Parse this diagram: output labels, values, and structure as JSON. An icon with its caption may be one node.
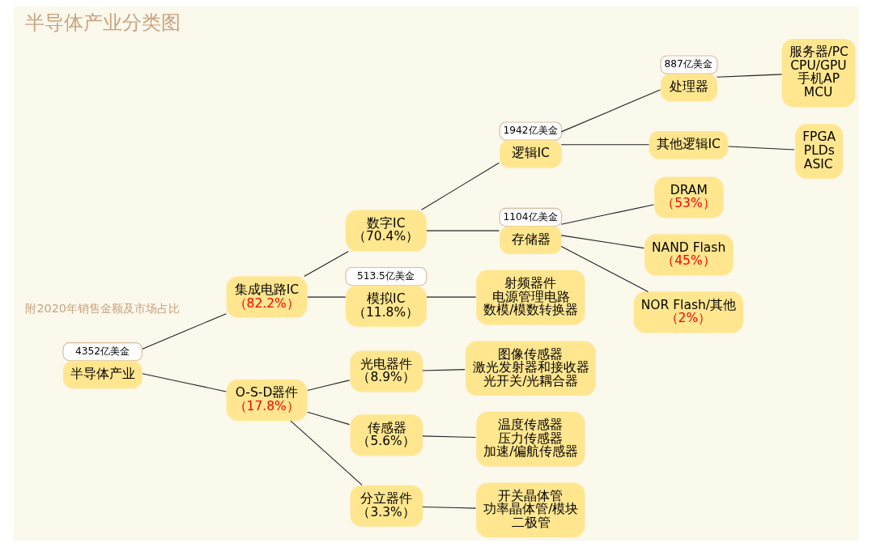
{
  "diagram": {
    "title": "半导体产业分类图",
    "nodes": [
      {
        "text": [
          "半导体产业"
        ],
        "beside": [
          "4352亿美金"
        ]
      },
      {
        "text": [
          "集成电路IC",
          "（82.2%）"
        ]
      },
      {
        "text": [
          "O-S-D器件",
          "（17.8%）"
        ]
      },
      {
        "text": [
          "数字IC",
          "（70.4%）"
        ]
      },
      {
        "text": [
          "模拟IC",
          "（11.8%）"
        ],
        "beside": [
          "513.5亿美金"
        ]
      },
      {
        "text": [
          "逻辑IC"
        ],
        "beside": [
          "1942亿美金"
        ]
      },
      {
        "text": [
          "存储器"
        ],
        "beside": [
          "1104亿美金"
        ]
      },
      {
        "text": [
          "处理器"
        ],
        "beside": [
          "887亿美金"
        ]
      },
      {
        "text": [
          "其他逻辑IC"
        ]
      },
      {
        "text": [
          "服务器/PC",
          "CPU/GPU",
          "手机AP",
          "MCU"
        ]
      },
      {
        "text": [
          "FPGA",
          "PLDs",
          "ASIC"
        ]
      },
      {
        "text": [
          "DRAM",
          "（53%）"
        ]
      },
      {
        "text": [
          "NAND Flash",
          "（45%）"
        ]
      },
      {
        "text": [
          "NOR Flash/其他",
          "（2%）"
        ]
      },
      {
        "text": [
          "射频器件",
          "电源管理电路",
          "数模/模数转换器"
        ]
      },
      {
        "text": [
          "光电器件",
          "（8.9%）"
        ]
      },
      {
        "text": [
          "传感器",
          "（5.6%）"
        ]
      },
      {
        "text": [
          "分立器件",
          "（3.3%）"
        ]
      },
      {
        "text": [
          "图像传感器",
          "激光发射器和接收器",
          "光开关/光耦合器"
        ]
      },
      {
        "text": [
          "温度传感器",
          "压力传感器",
          "加速/偏航传感器"
        ]
      },
      {
        "text": [
          "开关晶体管",
          "功率晶体管/模块",
          "二极管"
        ]
      }
    ],
    "edges": [
      {
        "from": 0,
        "to": 1,
        "arrow": "none"
      },
      {
        "from": 0,
        "to": 2,
        "arrow": "none"
      },
      {
        "from": 1,
        "to": 3,
        "arrow": "none"
      },
      {
        "from": 1,
        "to": 4,
        "arrow": "none"
      },
      {
        "from": 3,
        "to": 5,
        "arrow": "none"
      },
      {
        "from": 3,
        "to": 6,
        "arrow": "none"
      },
      {
        "from": 5,
        "to": 7,
        "arrow": "none"
      },
      {
        "from": 5,
        "to": 8,
        "arrow": "none"
      },
      {
        "from": 7,
        "to": 9,
        "arrow": "none"
      },
      {
        "from": 8,
        "to": 10,
        "arrow": "none"
      },
      {
        "from": 6,
        "to": 11,
        "arrow": "none"
      },
      {
        "from": 6,
        "to": 12,
        "arrow": "none"
      },
      {
        "from": 6,
        "to": 13,
        "arrow": "none"
      },
      {
        "from": 4,
        "to": 14,
        "arrow": "none"
      },
      {
        "from": 2,
        "to": 15,
        "arrow": "none"
      },
      {
        "from": 2,
        "to": 16,
        "arrow": "none"
      },
      {
        "from": 2,
        "to": 17,
        "arrow": "none"
      },
      {
        "from": 15,
        "to": 18,
        "arrow": "none"
      },
      {
        "from": 16,
        "to": 19,
        "arrow": "none"
      },
      {
        "from": 17,
        "to": 20,
        "arrow": "none"
      }
    ],
    "labels": [
      "附2020年销售金额及市场占比"
    ]
  }
}
